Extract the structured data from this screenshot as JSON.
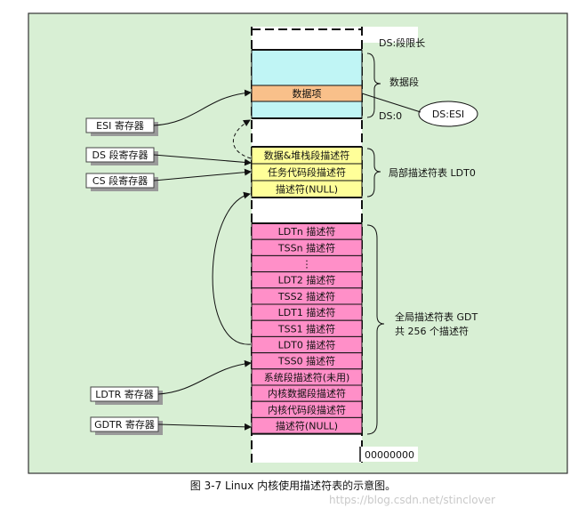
{
  "colors": {
    "panel_bg": "#d8efd4",
    "panel_border": "#333333",
    "data_segment": "#c0f5f5",
    "data_item": "#f9c08a",
    "ldt": "#ffff99",
    "gdt": "#ff8fc8",
    "register_bg": "#ffffff",
    "register_shadow": "#9a9a9a"
  },
  "top_dashed_box_label": "",
  "data_segment": {
    "top_label": "DS:段限长",
    "item_label": "数据项",
    "bottom_label": "DS:0",
    "brace_label": "数据段",
    "esi_bubble": "DS:ESI"
  },
  "ldt": {
    "rows": [
      "数据&堆栈段描述符",
      "任务代码段描述符",
      "描述符(NULL)"
    ],
    "brace_label": "局部描述符表 LDT0"
  },
  "gdt": {
    "rows": [
      "LDTn 描述符",
      "TSSn 描述符",
      "⋮",
      "LDT2 描述符",
      "TSS2 描述符",
      "LDT1 描述符",
      "TSS1 描述符",
      "LDT0 描述符",
      "TSS0 描述符",
      "系统段描述符(未用)",
      "内核数据段描述符",
      "内核代码段描述符",
      "描述符(NULL)"
    ],
    "brace_label_1": "全局描述符表 GDT",
    "brace_label_2": "共 256 个描述符",
    "base_label": "00000000"
  },
  "registers": {
    "esi": "ESI 寄存器",
    "ds": "DS 段寄存器",
    "cs": "CS 段寄存器",
    "ldtr": "LDTR 寄存器",
    "gdtr": "GDTR 寄存器"
  },
  "caption": "图 3-7 Linux 内核使用描述符表的示意图。",
  "watermark": "https://blog.csdn.net/stinclover"
}
